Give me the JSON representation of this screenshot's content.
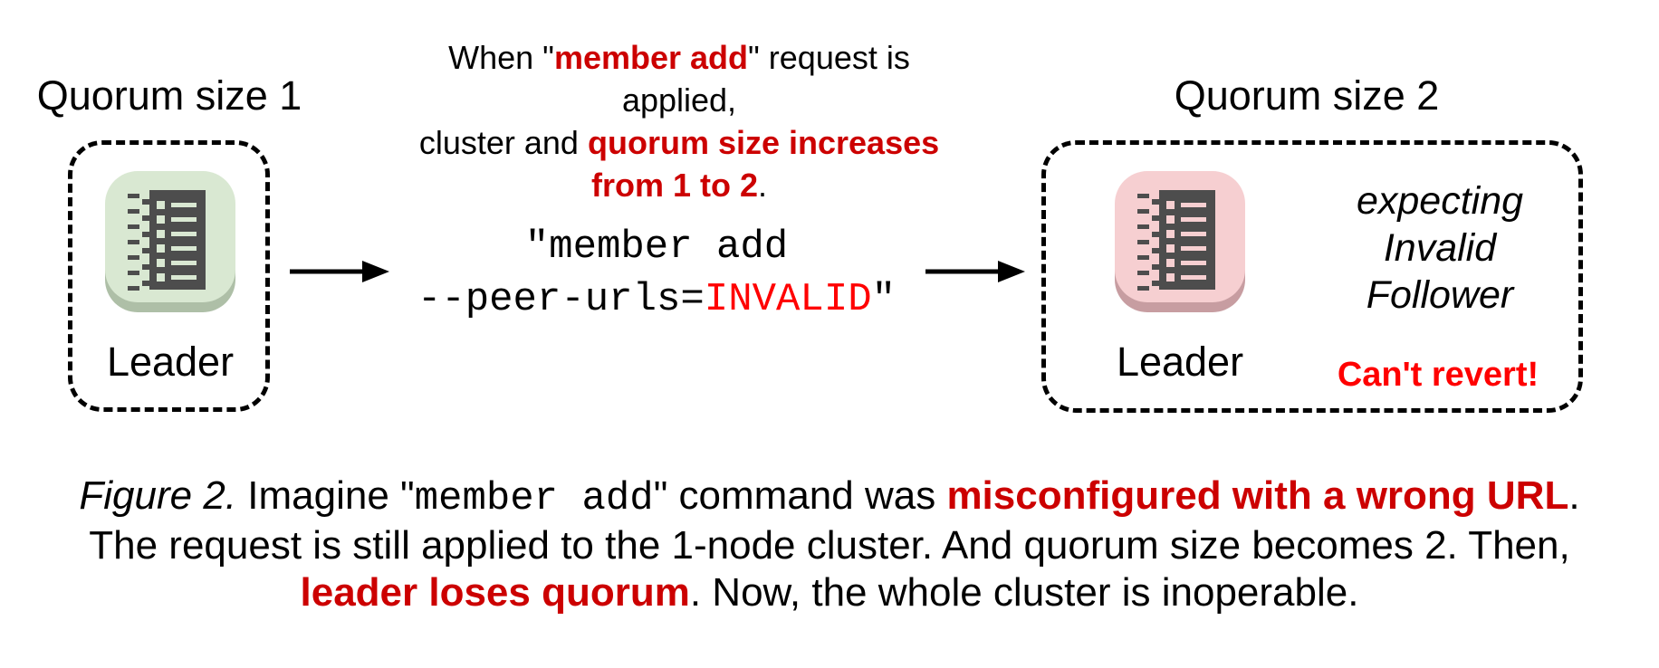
{
  "palette": {
    "red_dark": "#cc0000",
    "red_bright": "#ff0000",
    "icon_green_bg": "#d9e8d2",
    "icon_green_shadow": "#aebfa7",
    "icon_pink_bg": "#f6cfd1",
    "icon_pink_shadow": "#c79da1",
    "glyph_gray": "#4d4d4d",
    "line_black": "#000000"
  },
  "left_cluster": {
    "title": "Quorum size 1",
    "node_label": "Leader",
    "node_icon": "etcd-member-icon-green"
  },
  "top_note": {
    "lines": [
      [
        {
          "t": "When \"",
          "s": "n"
        },
        {
          "t": "member add",
          "s": "rb"
        },
        {
          "t": "\" request is applied,",
          "s": "n"
        }
      ],
      [
        {
          "t": "cluster and ",
          "s": "n"
        },
        {
          "t": "quorum size increases",
          "s": "rb"
        }
      ],
      [
        {
          "t": "from 1 to 2",
          "s": "rb"
        },
        {
          "t": ".",
          "s": "n"
        }
      ]
    ]
  },
  "command": {
    "lines": [
      [
        {
          "t": "\"member add",
          "s": "m"
        }
      ],
      [
        {
          "t": "--peer-urls=",
          "s": "m"
        },
        {
          "t": "INVALID",
          "s": "mr"
        },
        {
          "t": "\"",
          "s": "m"
        }
      ]
    ]
  },
  "right_cluster": {
    "title": "Quorum size 2",
    "node_label": "Leader",
    "node_icon": "etcd-member-icon-pink",
    "expect_lines": [
      "expecting",
      "Invalid",
      "Follower"
    ],
    "warning": "Can't revert!"
  },
  "caption": {
    "lines": [
      [
        {
          "t": "Figure 2.",
          "s": "i"
        },
        {
          "t": " Imagine \"",
          "s": "n"
        },
        {
          "t": "member add",
          "s": "m"
        },
        {
          "t": "\" command was ",
          "s": "n"
        },
        {
          "t": "misconfigured with a wrong URL",
          "s": "rb"
        },
        {
          "t": ".",
          "s": "n"
        }
      ],
      [
        {
          "t": "The request is still applied to the 1-node cluster. And quorum size becomes 2. Then,",
          "s": "n"
        }
      ],
      [
        {
          "t": "leader loses quorum",
          "s": "rb"
        },
        {
          "t": ". Now, the whole cluster is inoperable.",
          "s": "n"
        }
      ]
    ]
  }
}
